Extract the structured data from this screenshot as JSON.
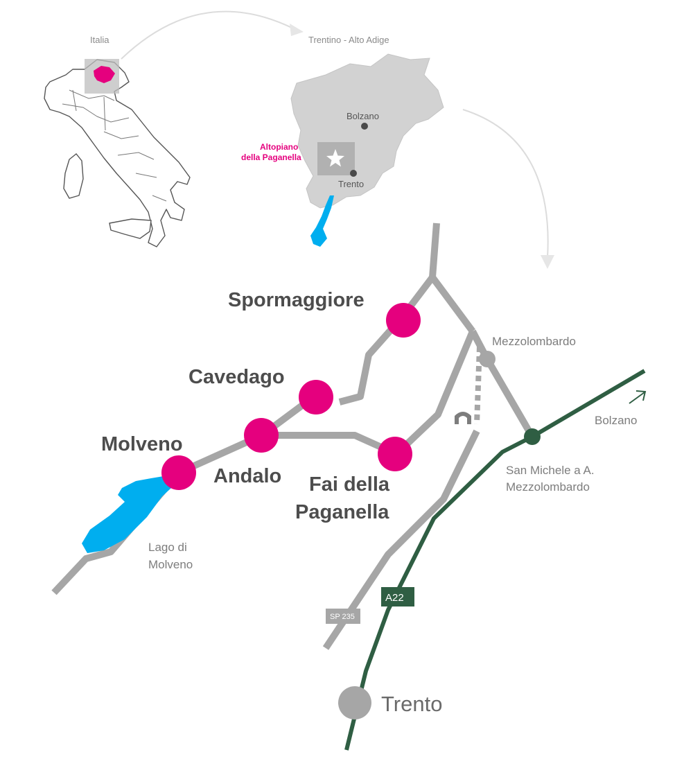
{
  "overview": {
    "italy_label": "Italia",
    "region_label": "Trentino - Alto Adige",
    "bolzano_label": "Bolzano",
    "trento_label": "Trento",
    "area_label_line1": "Altopiano",
    "area_label_line2": "della Paganella"
  },
  "towns": [
    {
      "name": "Spormaggiore"
    },
    {
      "name": "Cavedago"
    },
    {
      "name": "Molveno"
    },
    {
      "name": "Andalo"
    },
    {
      "name_line1": "Fai della",
      "name_line2": "Paganella"
    }
  ],
  "places": {
    "mezzolombardo": "Mezzolombardo",
    "station_line1": "San Michele a A.",
    "station_line2": "Mezzolombardo",
    "bolzano_direction": "Bolzano",
    "lake_line1": "Lago di",
    "lake_line2": "Molveno",
    "trento": "Trento"
  },
  "roads": {
    "motorway": "A22",
    "provincial": "SP 235"
  },
  "colors": {
    "highlight": "#e5007e",
    "road": "#a6a6a6",
    "motorway": "#2f5e43",
    "lake": "#00aeef",
    "region_fill": "#d2d2d2",
    "label_text": "#4d4d4d"
  },
  "icons": {
    "star": "star-icon",
    "tunnel": "tunnel-icon",
    "direction_arrow": "arrow-northeast-icon"
  }
}
